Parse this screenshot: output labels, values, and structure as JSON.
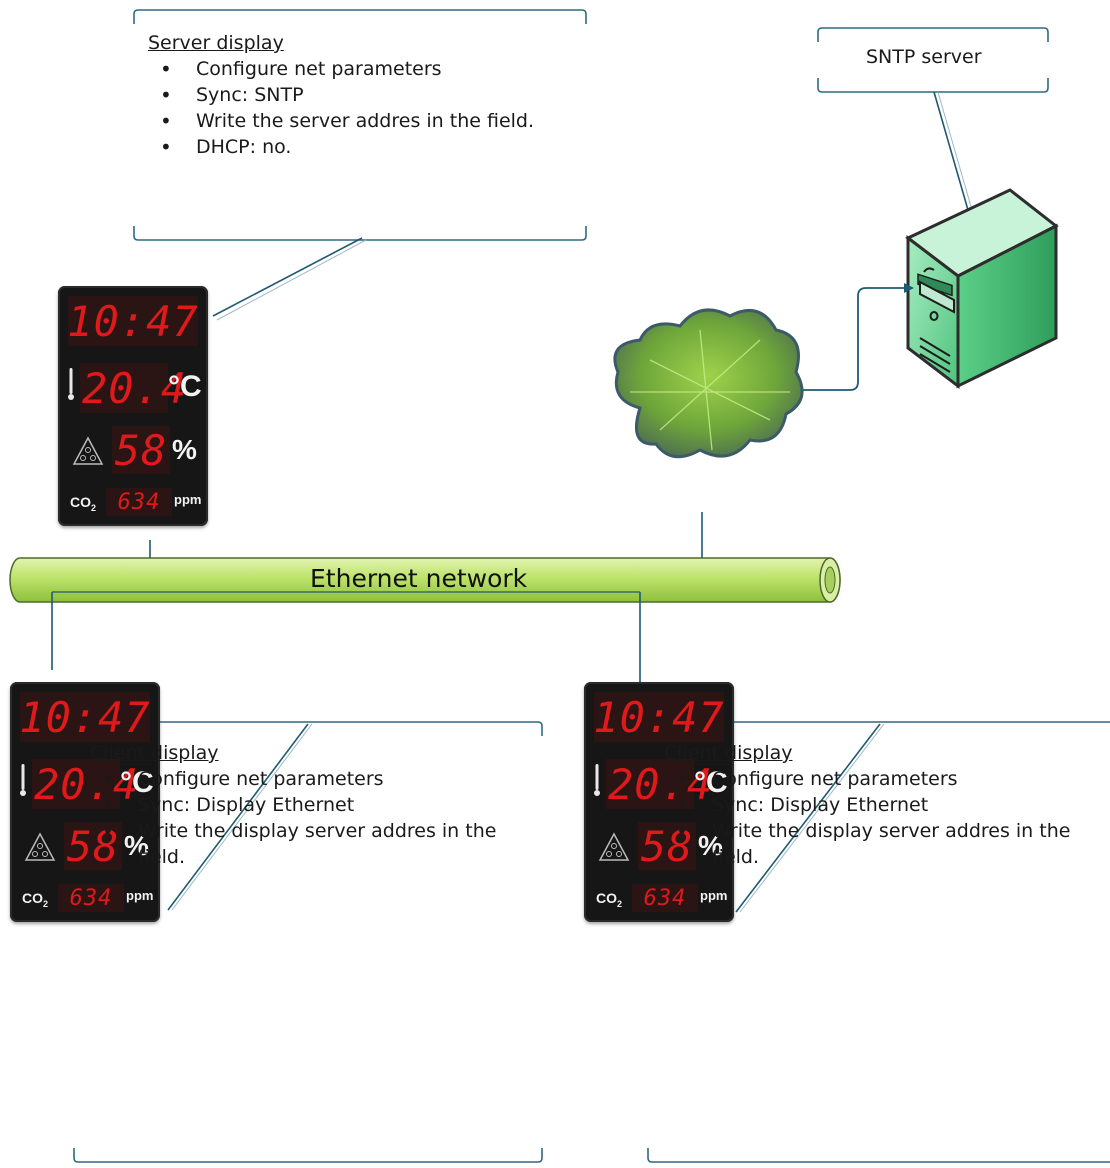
{
  "server_callout": {
    "title": "Server display",
    "items": [
      "Configure net parameters",
      "Sync: SNTP",
      "Write the server addres in the field.",
      "DHCP: no."
    ]
  },
  "sntp_server": {
    "label": "SNTP server"
  },
  "network": {
    "label": "Ethernet network"
  },
  "client_callout_left": {
    "title": "Client display",
    "items": [
      "Configure net parameters",
      "Sync: Display Ethernet",
      "Write the display server addres in the field."
    ]
  },
  "client_callout_right": {
    "title": "Client display",
    "items": [
      "Configure net parameters",
      "Sync: Display Ethernet",
      "Write the display server addres in the field."
    ]
  },
  "display_readings": {
    "time": "10:47",
    "temperature": "20.4",
    "temperature_unit": "°C",
    "humidity": "58",
    "humidity_unit": "%",
    "co2_label": "CO",
    "co2_sub": "2",
    "co2": "634",
    "co2_unit": "ppm"
  },
  "colors": {
    "pipe": "#bde36b",
    "wire": "#1f5a73",
    "bracket": "#2e6a80",
    "digits": "#e0191b",
    "server_body": "#5fcf8a"
  }
}
